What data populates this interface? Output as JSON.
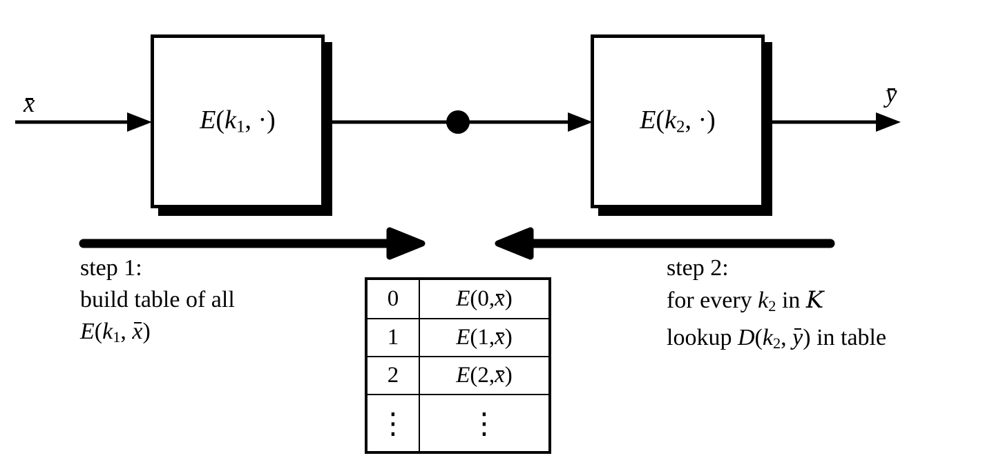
{
  "colors": {
    "ink": "#000000",
    "background": "#ffffff"
  },
  "flow": {
    "input_label": [
      {
        "t": "x",
        "s": "itb"
      }
    ],
    "output_label": [
      {
        "t": "y",
        "s": "itb"
      }
    ],
    "box1_label": [
      {
        "t": "E",
        "s": "it"
      },
      {
        "t": "(",
        "s": "rm"
      },
      {
        "t": "k",
        "s": "it"
      },
      {
        "t": "1",
        "s": "sub"
      },
      {
        "t": ", ·)",
        "s": "rm"
      }
    ],
    "box2_label": [
      {
        "t": "E",
        "s": "it"
      },
      {
        "t": "(",
        "s": "rm"
      },
      {
        "t": "k",
        "s": "it"
      },
      {
        "t": "2",
        "s": "sub"
      },
      {
        "t": ", ·)",
        "s": "rm"
      }
    ]
  },
  "step1": {
    "line1": "step 1:",
    "line2": "build table of all",
    "line3": [
      {
        "t": "E",
        "s": "it"
      },
      {
        "t": "(",
        "s": "rm"
      },
      {
        "t": "k",
        "s": "it"
      },
      {
        "t": "1",
        "s": "sub"
      },
      {
        "t": ", ",
        "s": "rm"
      },
      {
        "t": "x",
        "s": "itb"
      },
      {
        "t": ")",
        "s": "rm"
      }
    ]
  },
  "step2": {
    "line1": "step 2:",
    "line2": [
      {
        "t": "for every ",
        "s": "rm"
      },
      {
        "t": "k",
        "s": "it"
      },
      {
        "t": "2",
        "s": "sub"
      },
      {
        "t": " in ",
        "s": "rm"
      },
      {
        "t": "K",
        "s": "cal"
      }
    ],
    "line3": [
      {
        "t": "lookup ",
        "s": "rm"
      },
      {
        "t": "D",
        "s": "it"
      },
      {
        "t": "(",
        "s": "rm"
      },
      {
        "t": "k",
        "s": "it"
      },
      {
        "t": "2",
        "s": "sub"
      },
      {
        "t": ", ",
        "s": "rm"
      },
      {
        "t": "y",
        "s": "itb"
      },
      {
        "t": ")",
        "s": "rm"
      },
      {
        "t": " in table",
        "s": "rm"
      }
    ]
  },
  "lookup_table": {
    "rows": [
      {
        "key": "0",
        "value": [
          {
            "t": "E",
            "s": "it"
          },
          {
            "t": "(0, ",
            "s": "rm"
          },
          {
            "t": "x",
            "s": "itb"
          },
          {
            "t": ")",
            "s": "rm"
          }
        ]
      },
      {
        "key": "1",
        "value": [
          {
            "t": "E",
            "s": "it"
          },
          {
            "t": "(1, ",
            "s": "rm"
          },
          {
            "t": "x",
            "s": "itb"
          },
          {
            "t": ")",
            "s": "rm"
          }
        ]
      },
      {
        "key": "2",
        "value": [
          {
            "t": "E",
            "s": "it"
          },
          {
            "t": "(2, ",
            "s": "rm"
          },
          {
            "t": "x",
            "s": "itb"
          },
          {
            "t": ")",
            "s": "rm"
          }
        ]
      },
      {
        "key": "⋮",
        "value": "⋮"
      }
    ]
  }
}
